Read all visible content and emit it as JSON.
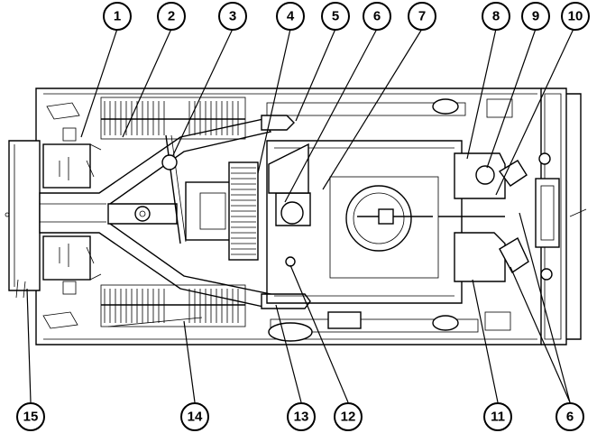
{
  "callouts": [
    {
      "id": "c1",
      "label": "1"
    },
    {
      "id": "c2",
      "label": "2"
    },
    {
      "id": "c3",
      "label": "3"
    },
    {
      "id": "c4",
      "label": "4"
    },
    {
      "id": "c5",
      "label": "5"
    },
    {
      "id": "c6a",
      "label": "6"
    },
    {
      "id": "c7",
      "label": "7"
    },
    {
      "id": "c8",
      "label": "8"
    },
    {
      "id": "c9",
      "label": "9"
    },
    {
      "id": "c10",
      "label": "10"
    },
    {
      "id": "c15",
      "label": "15"
    },
    {
      "id": "c14",
      "label": "14"
    },
    {
      "id": "c13",
      "label": "13"
    },
    {
      "id": "c12",
      "label": "12"
    },
    {
      "id": "c11",
      "label": "11"
    },
    {
      "id": "c6b",
      "label": "6"
    }
  ]
}
